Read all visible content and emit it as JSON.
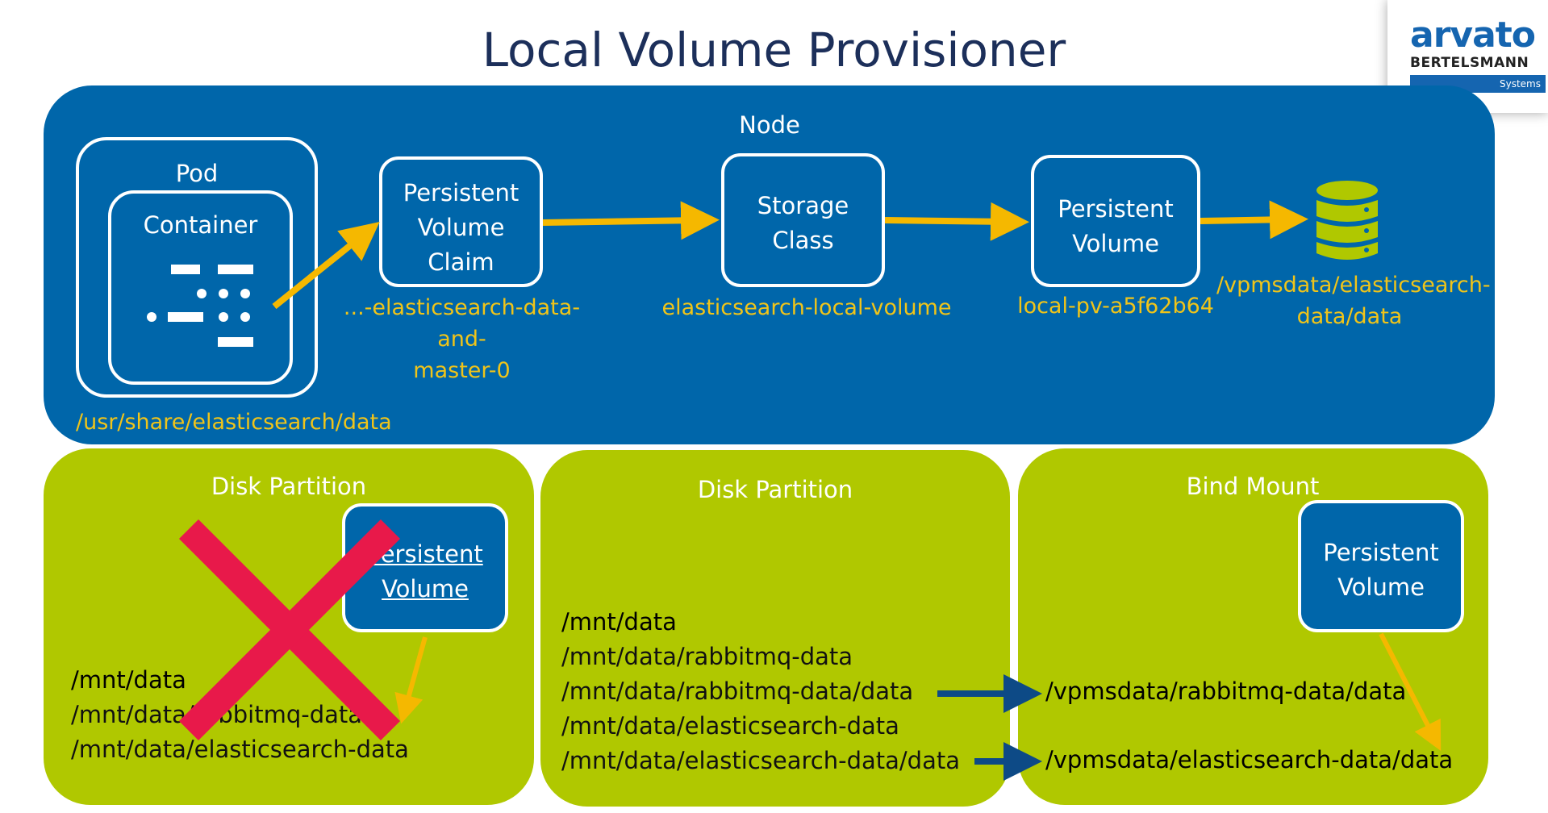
{
  "title": "Local Volume Provisioner",
  "logo": {
    "brand": "arvato",
    "sub": "BERTELSMANN",
    "tag": "Systems"
  },
  "node": {
    "label": "Node",
    "pod": {
      "label": "Pod",
      "container_label": "Container",
      "mount_path": "/usr/share/elasticsearch/data"
    },
    "pvc": {
      "label": "Persistent Volume Claim",
      "name_line1": "...-elasticsearch-data-and-",
      "name_line2": "master-0"
    },
    "storage_class": {
      "label_line1": "Storage",
      "label_line2": "Class",
      "name": "elasticsearch-local-volume"
    },
    "pv": {
      "label_line1": "Persistent",
      "label_line2": "Volume",
      "name": "local-pv-a5f62b64"
    },
    "disk": {
      "path_line1": "/vpmsdata/elasticsearch-",
      "path_line2": "data/data"
    }
  },
  "partition1": {
    "label": "Disk Partition",
    "pv_line1": "Persistent",
    "pv_line2": "Volume",
    "paths": [
      "/mnt/data",
      "/mnt/data/rabbitmq-data",
      "/mnt/data/elasticsearch-data"
    ]
  },
  "partition2": {
    "label": "Disk Partition",
    "paths": [
      "/mnt/data",
      "/mnt/data/rabbitmq-data",
      "/mnt/data/rabbitmq-data/data",
      "/mnt/data/elasticsearch-data",
      "/mnt/data/elasticsearch-data/data"
    ]
  },
  "bindmount": {
    "label": "Bind Mount",
    "pv_line1": "Persistent",
    "pv_line2": "Volume",
    "paths": [
      "/vpmsdata/rabbitmq-data/data",
      "/vpmsdata/elasticsearch-data/data"
    ]
  },
  "colors": {
    "node_blue": "#0066aa",
    "partition_green": "#b0c800",
    "arrow_yellow": "#f5b800",
    "arrow_navy": "#0d4a86",
    "cross_red": "#e8194a"
  }
}
